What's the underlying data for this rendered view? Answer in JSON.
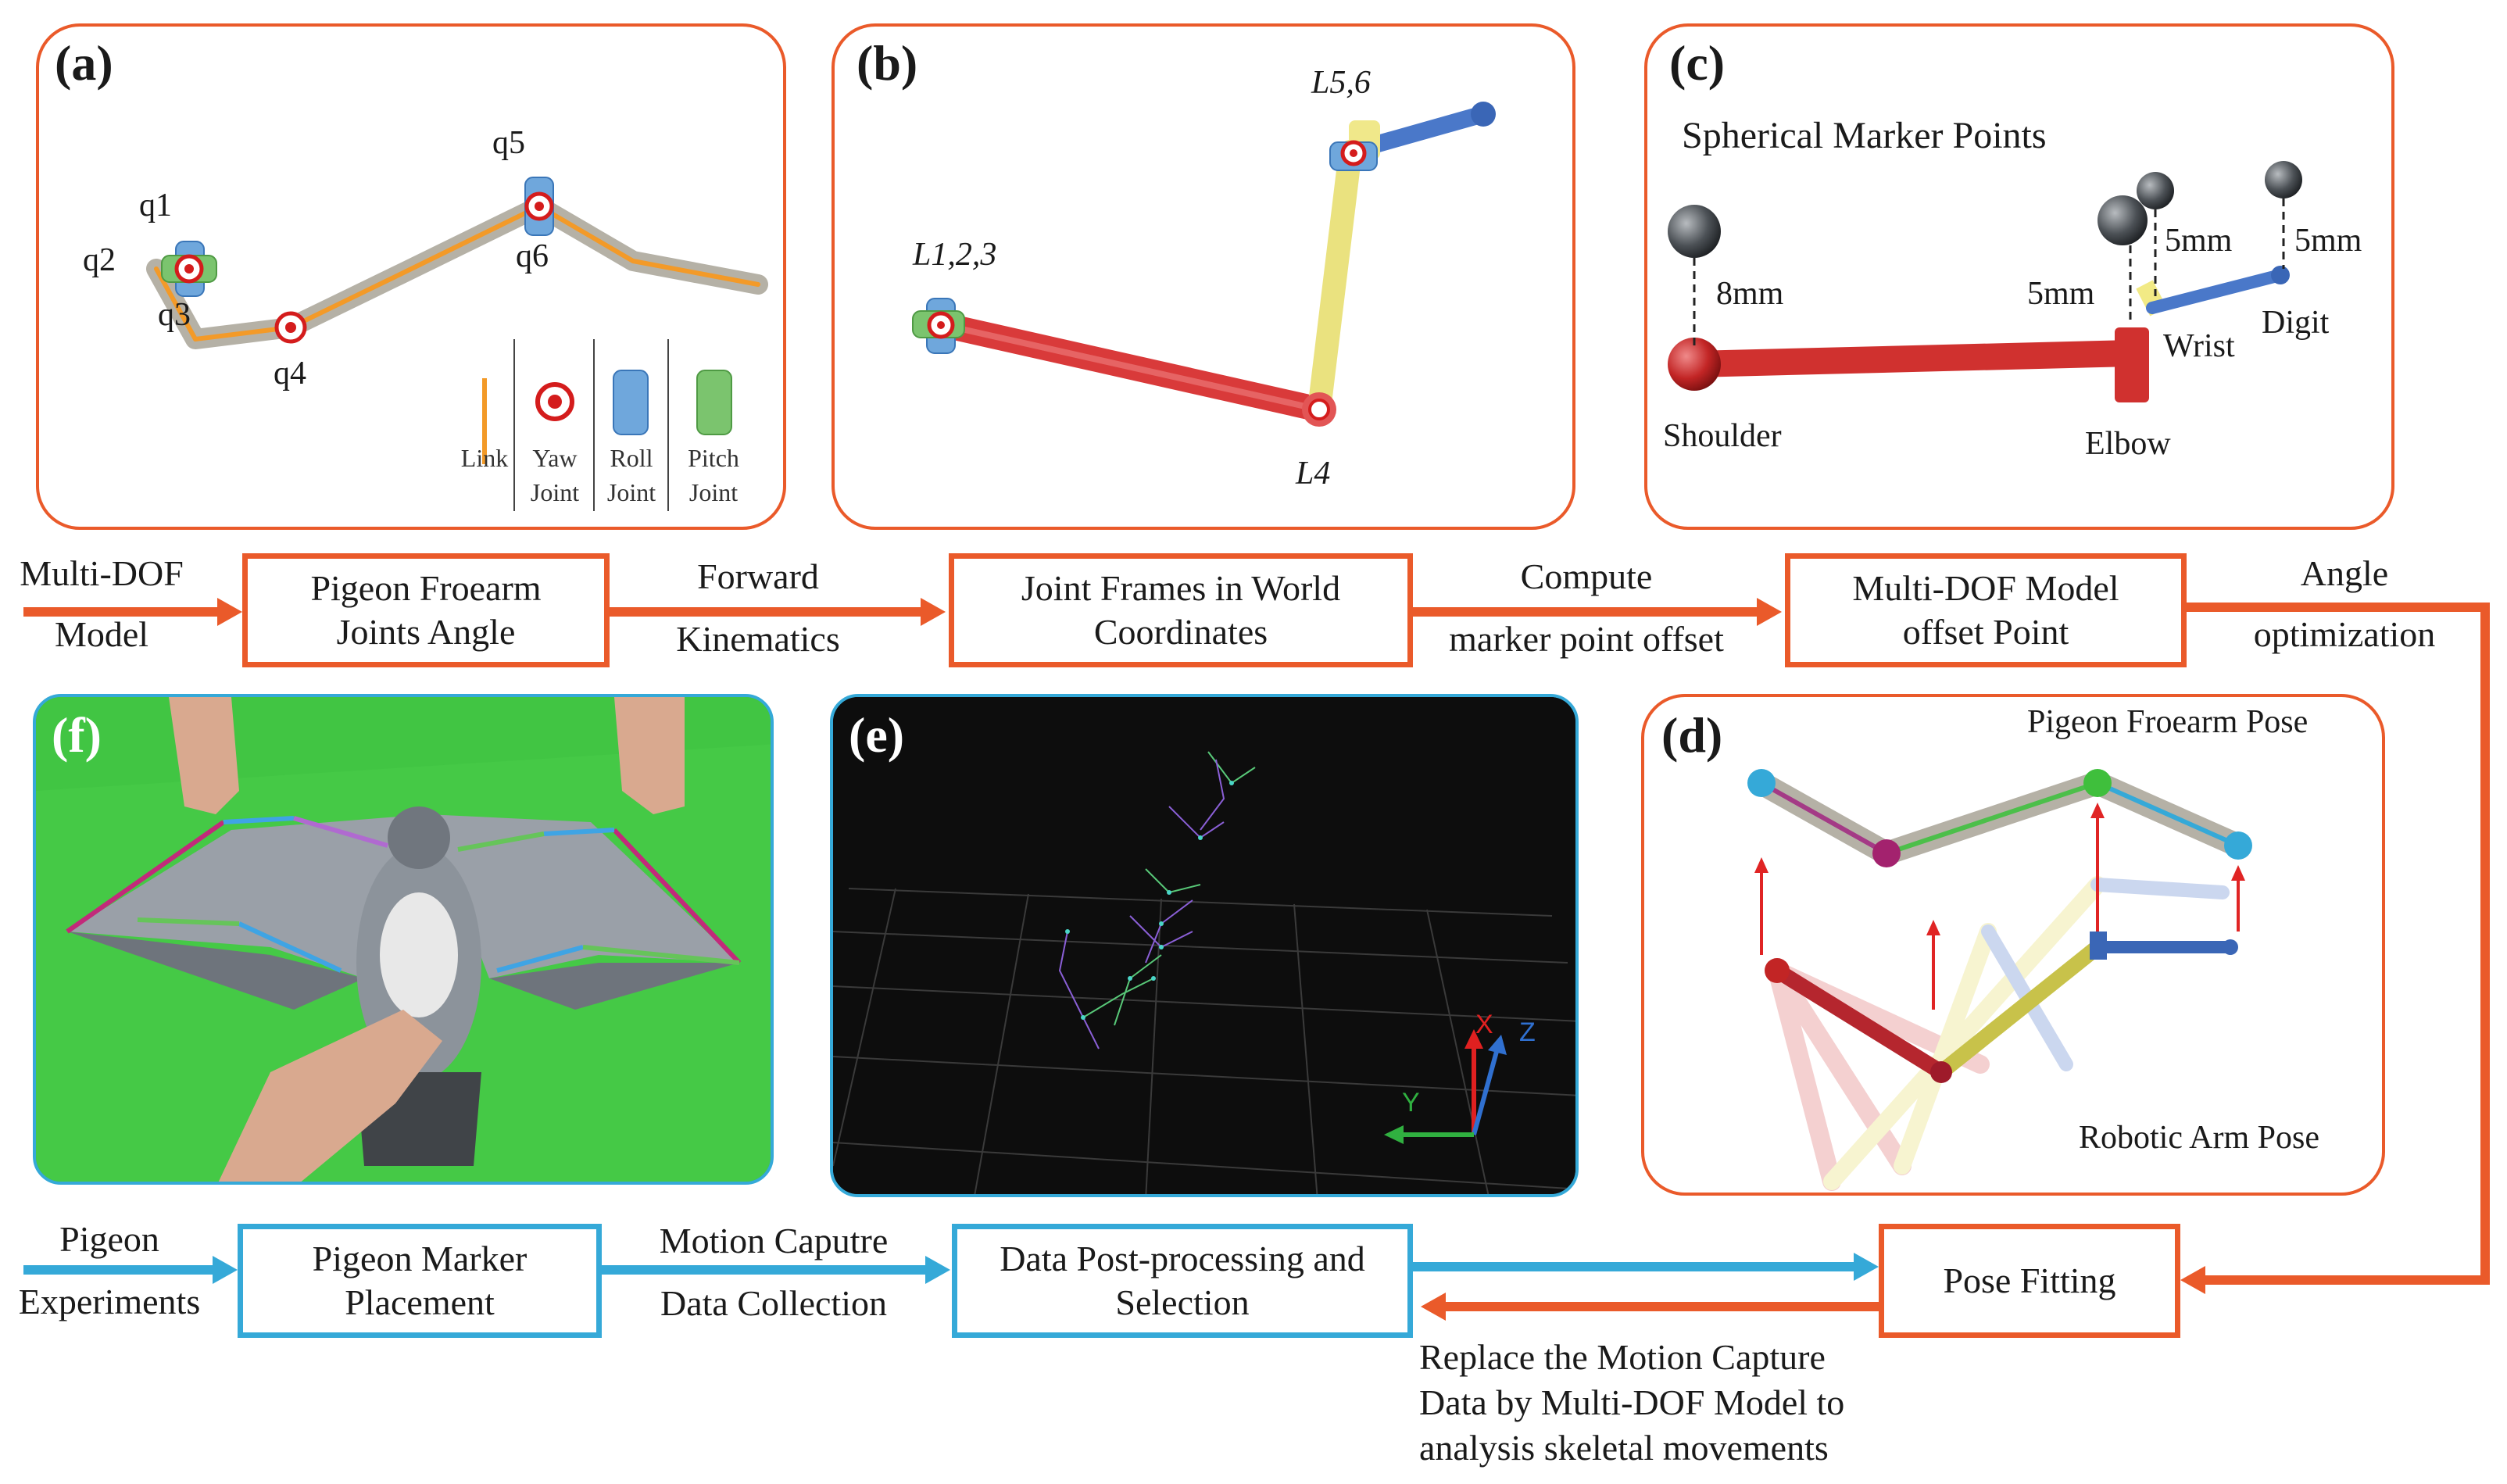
{
  "panels": {
    "a": {
      "label": "(a)",
      "joints": [
        "q1",
        "q2",
        "q3",
        "q4",
        "q5",
        "q6"
      ],
      "legend": [
        {
          "line1": "Link",
          "line2": ""
        },
        {
          "line1": "Yaw",
          "line2": "Joint"
        },
        {
          "line1": "Roll",
          "line2": "Joint"
        },
        {
          "line1": "Pitch",
          "line2": "Joint"
        }
      ]
    },
    "b": {
      "label": "(b)",
      "links": [
        "L1,2,3",
        "L5,6",
        "L4"
      ]
    },
    "c": {
      "label": "(c)",
      "title": "Spherical Marker Points",
      "offsets": [
        "8mm",
        "5mm",
        "5mm",
        "5mm"
      ],
      "parts": [
        "Shoulder",
        "Elbow",
        "Wrist",
        "Digit"
      ]
    },
    "d": {
      "label": "(d)",
      "top_label": "Pigeon Froearm Pose",
      "bottom_label": "Robotic Arm Pose"
    },
    "e": {
      "label": "(e)",
      "axes": [
        "X",
        "Z",
        "Y"
      ]
    },
    "f": {
      "label": "(f)"
    }
  },
  "flow_top": {
    "start_line1": "Multi-DOF",
    "start_line2": "Model",
    "box1_line1": "Pigeon Froearm",
    "box1_line2": "Joints Angle",
    "arrow1_line1": "Forward",
    "arrow1_line2": "Kinematics",
    "box2_line1": "Joint Frames in World",
    "box2_line2": "Coordinates",
    "arrow2_line1": "Compute",
    "arrow2_line2": "marker point offset",
    "box3_line1": "Multi-DOF Model",
    "box3_line2": "offset Point",
    "arrow3_line1": "Angle",
    "arrow3_line2": "optimization"
  },
  "flow_bottom": {
    "start_line1": "Pigeon",
    "start_line2": "Experiments",
    "box1_line1": "Pigeon Marker",
    "box1_line2": "Placement",
    "arrow1_line1": "Motion Caputre",
    "arrow1_line2": "Data Collection",
    "box2_line1": "Data Post-processing and",
    "box2_line2": "Selection",
    "box3": "Pose Fitting",
    "feedback_line1": "Replace the Motion Capture",
    "feedback_line2": "Data by Multi-DOF Model to",
    "feedback_line3": "analysis skeletal movements"
  },
  "colors": {
    "orange": "#ea5a2a",
    "blue": "#35a9d8",
    "red_link": "#cc2a2a",
    "yellow_link": "#e9e07a",
    "blue_link": "#4677c8"
  }
}
